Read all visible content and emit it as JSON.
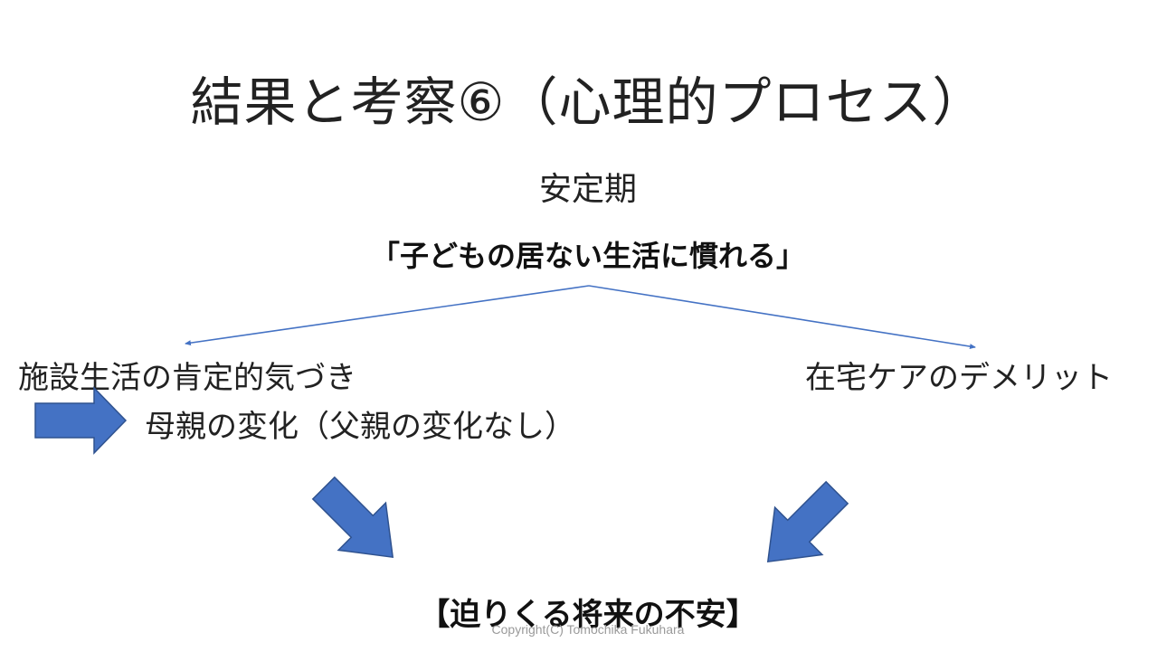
{
  "slide": {
    "title": "結果と考察⑥（心理的プロセス）",
    "phase": "安定期",
    "main_point": "「子どもの居ない生活に慣れる」",
    "left_point": "施設生活の肯定的気づき",
    "right_point": "在宅ケアのデメリット",
    "sub_point": "母親の変化（父親の変化なし）",
    "conclusion": "【迫りくる将来の不安】",
    "copyright": "Copyright(C) Tomochika Fukuhara"
  },
  "colors": {
    "arrow_fill": "#4472C4",
    "arrow_stroke": "#2F528F",
    "connector": "#4472C4"
  },
  "icons": {
    "branch_connectors": "branch-arrow-icon",
    "block_arrows": "block-arrow-icon"
  }
}
